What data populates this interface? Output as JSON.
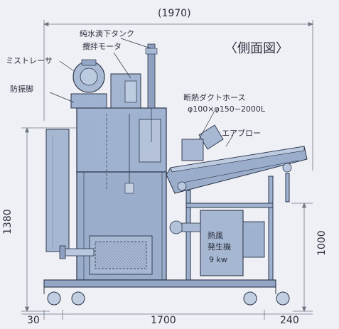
{
  "title": "〈側面図〉",
  "labels": {
    "water_tank": "純水滴下タンク",
    "stirring_motor": "攪拌モータ",
    "mist_separator": "ミストレーサ",
    "anti_vibration_foot": "防振脚",
    "insulated_duct": "断熱ダクトホース",
    "duct_spec": "φ100×φ150−2000L",
    "air_blower": "エアブロー",
    "hot_air_generator_line1": "熱風",
    "hot_air_generator_line2": "発生機",
    "hot_air_generator_power": "9 kw"
  },
  "dimensions": {
    "total_width": "(1970)",
    "height_total": "1380",
    "height_conveyor": "1000",
    "left_offset": "30",
    "body_width": "1700",
    "right_offset": "240"
  },
  "colors": {
    "machine_fill": "#9fb2cf",
    "machine_fill_light": "#b9c8de",
    "outline": "#2b3347",
    "dim_line": "#6f7686",
    "background": "#eef0f5"
  }
}
